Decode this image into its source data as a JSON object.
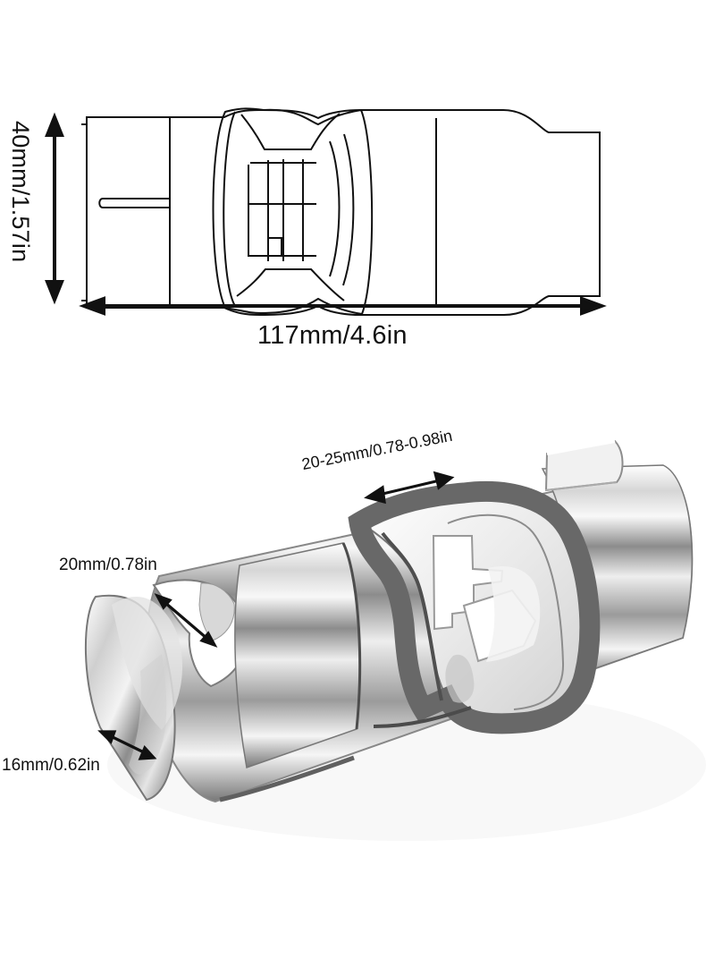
{
  "labels": {
    "overall_length": "117mm/4.6in",
    "overall_height": "40mm/1.57in",
    "slot_width": "20-25mm/0.78-0.98in",
    "cradle_width": "20mm/0.78in",
    "cradle_depth": "16mm/0.62in"
  },
  "colors": {
    "line": "#111111",
    "chrome_light": "#f4f4f4",
    "chrome_mid": "#b8b8b8",
    "chrome_dark": "#5f5f5f",
    "gray_ring": "#707070",
    "white_insert": "#f1f1f1"
  }
}
